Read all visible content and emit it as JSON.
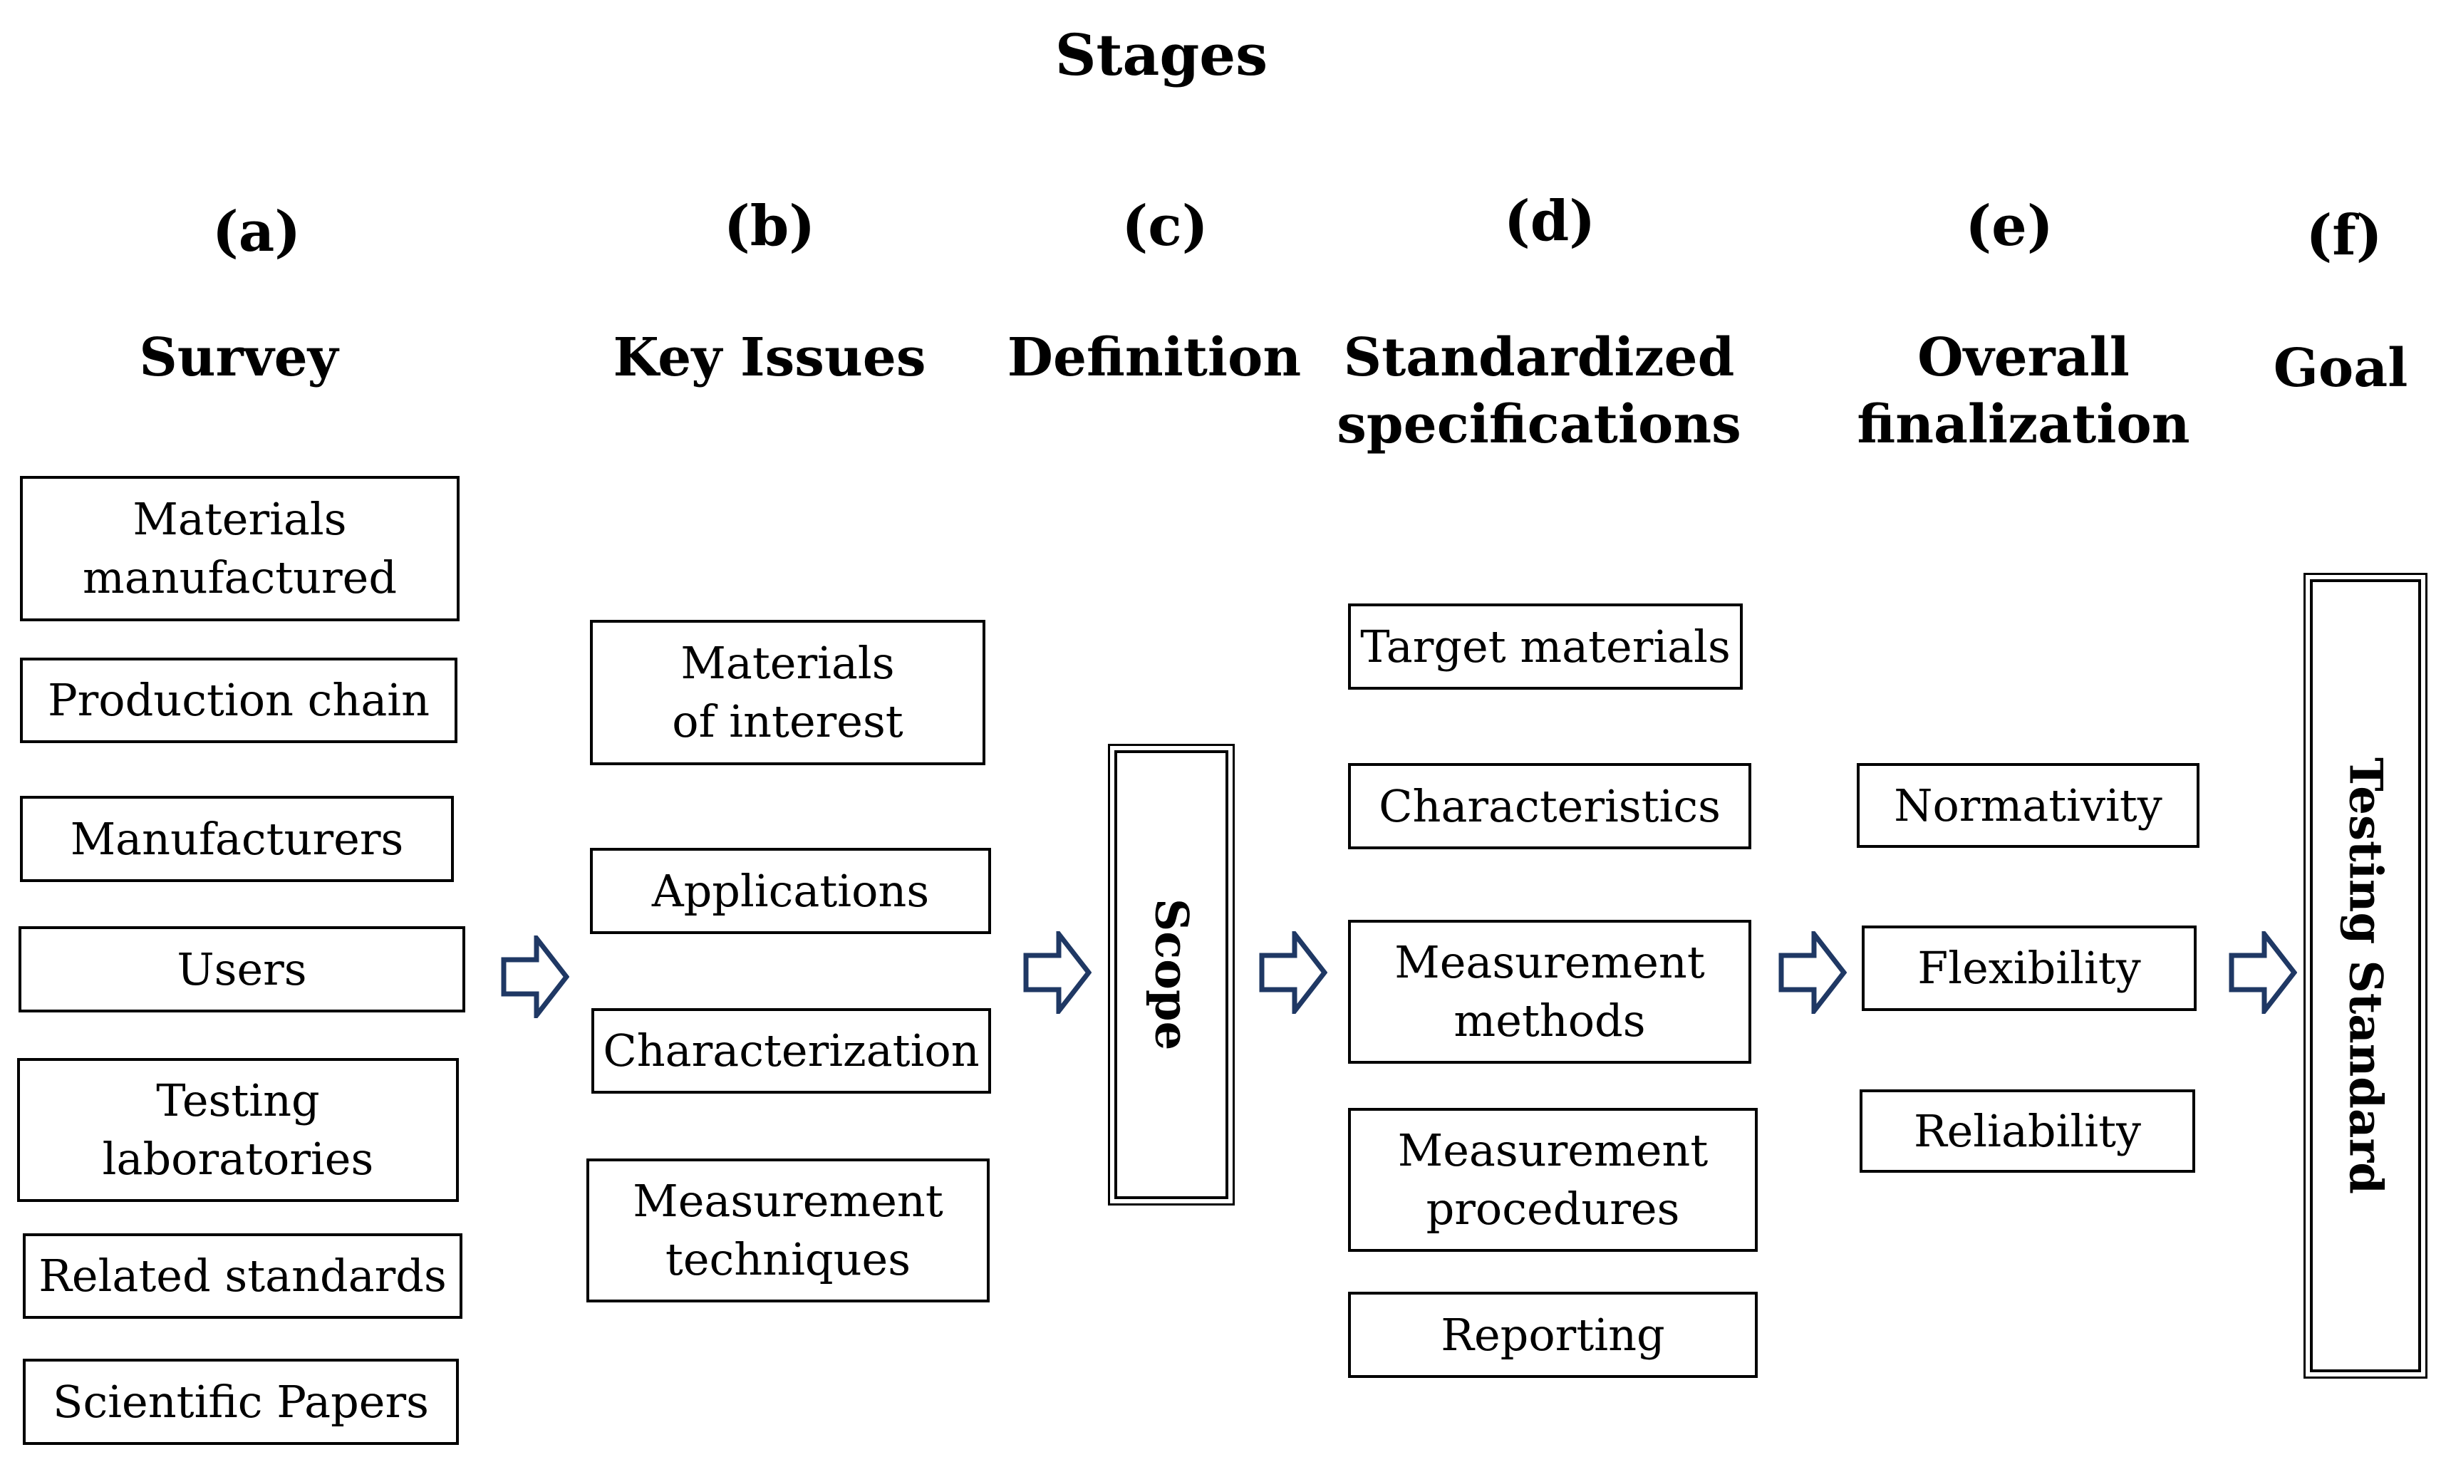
{
  "title": "Stages",
  "columns": [
    {
      "letter": "(a)",
      "label": "Survey",
      "items": [
        "Materials\nmanufactured",
        "Production chain",
        "Manufacturers",
        "Users",
        "Testing\nlaboratories",
        "Related standards",
        "Scientific Papers"
      ]
    },
    {
      "letter": "(b)",
      "label": "Key Issues",
      "items": [
        "Materials\nof interest",
        "Applications",
        "Characterization",
        "Measurement\ntechniques"
      ]
    },
    {
      "letter": "(c)",
      "label": "Definition",
      "items": [
        "Scope"
      ]
    },
    {
      "letter": "(d)",
      "label": "Standardized\nspecifications",
      "items": [
        "Target materials",
        "Characteristics",
        "Measurement\nmethods",
        "Measurement\nprocedures",
        "Reporting"
      ]
    },
    {
      "letter": "(e)",
      "label": "Overall\nfinalization",
      "items": [
        "Normativity",
        "Flexibility",
        "Reliability"
      ]
    },
    {
      "letter": "(f)",
      "label": "Goal",
      "items": [
        "Testing Standard"
      ]
    }
  ],
  "colors": {
    "arrow_stroke": "#1f3864",
    "box_border": "#000000"
  },
  "icons": {
    "flow_arrow": "right-arrow-icon"
  }
}
